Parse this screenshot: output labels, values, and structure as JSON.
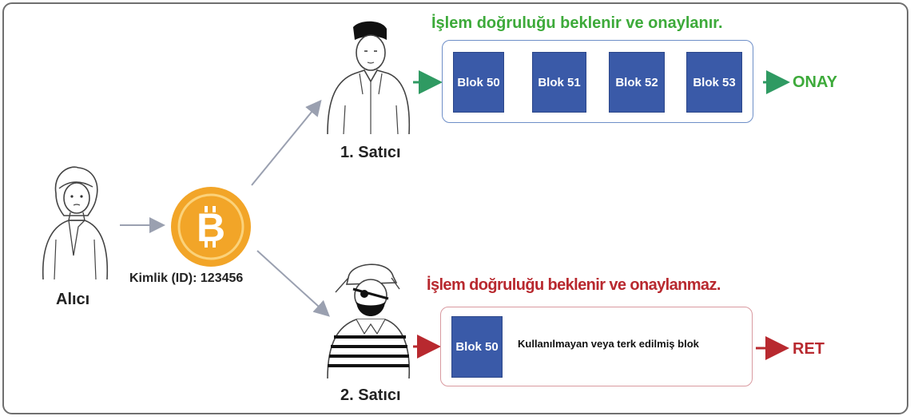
{
  "header_success": "İşlem doğruluğu beklenir ve onaylanır.",
  "header_fail": "İşlem doğruluğu beklenir ve onaylanmaz.",
  "sender_label": "Alıcı",
  "coin_id_label": "Kimlik (ID): 123456",
  "seller1_label": "1. Satıcı",
  "seller2_label": "2. Satıcı",
  "chain_blocks": [
    "Blok 50",
    "Blok 51",
    "Blok 52",
    "Blok 53"
  ],
  "fail_block": "Blok 50",
  "fail_note": "Kullanılmayan veya terk edilmiş blok",
  "result_ok": "ONAY",
  "result_fail": "RET",
  "coin_symbol": "B",
  "colors": {
    "success": "#3daa3a",
    "fail": "#b8292f",
    "block": "#3a5aa8",
    "coin": "#f2a528"
  }
}
